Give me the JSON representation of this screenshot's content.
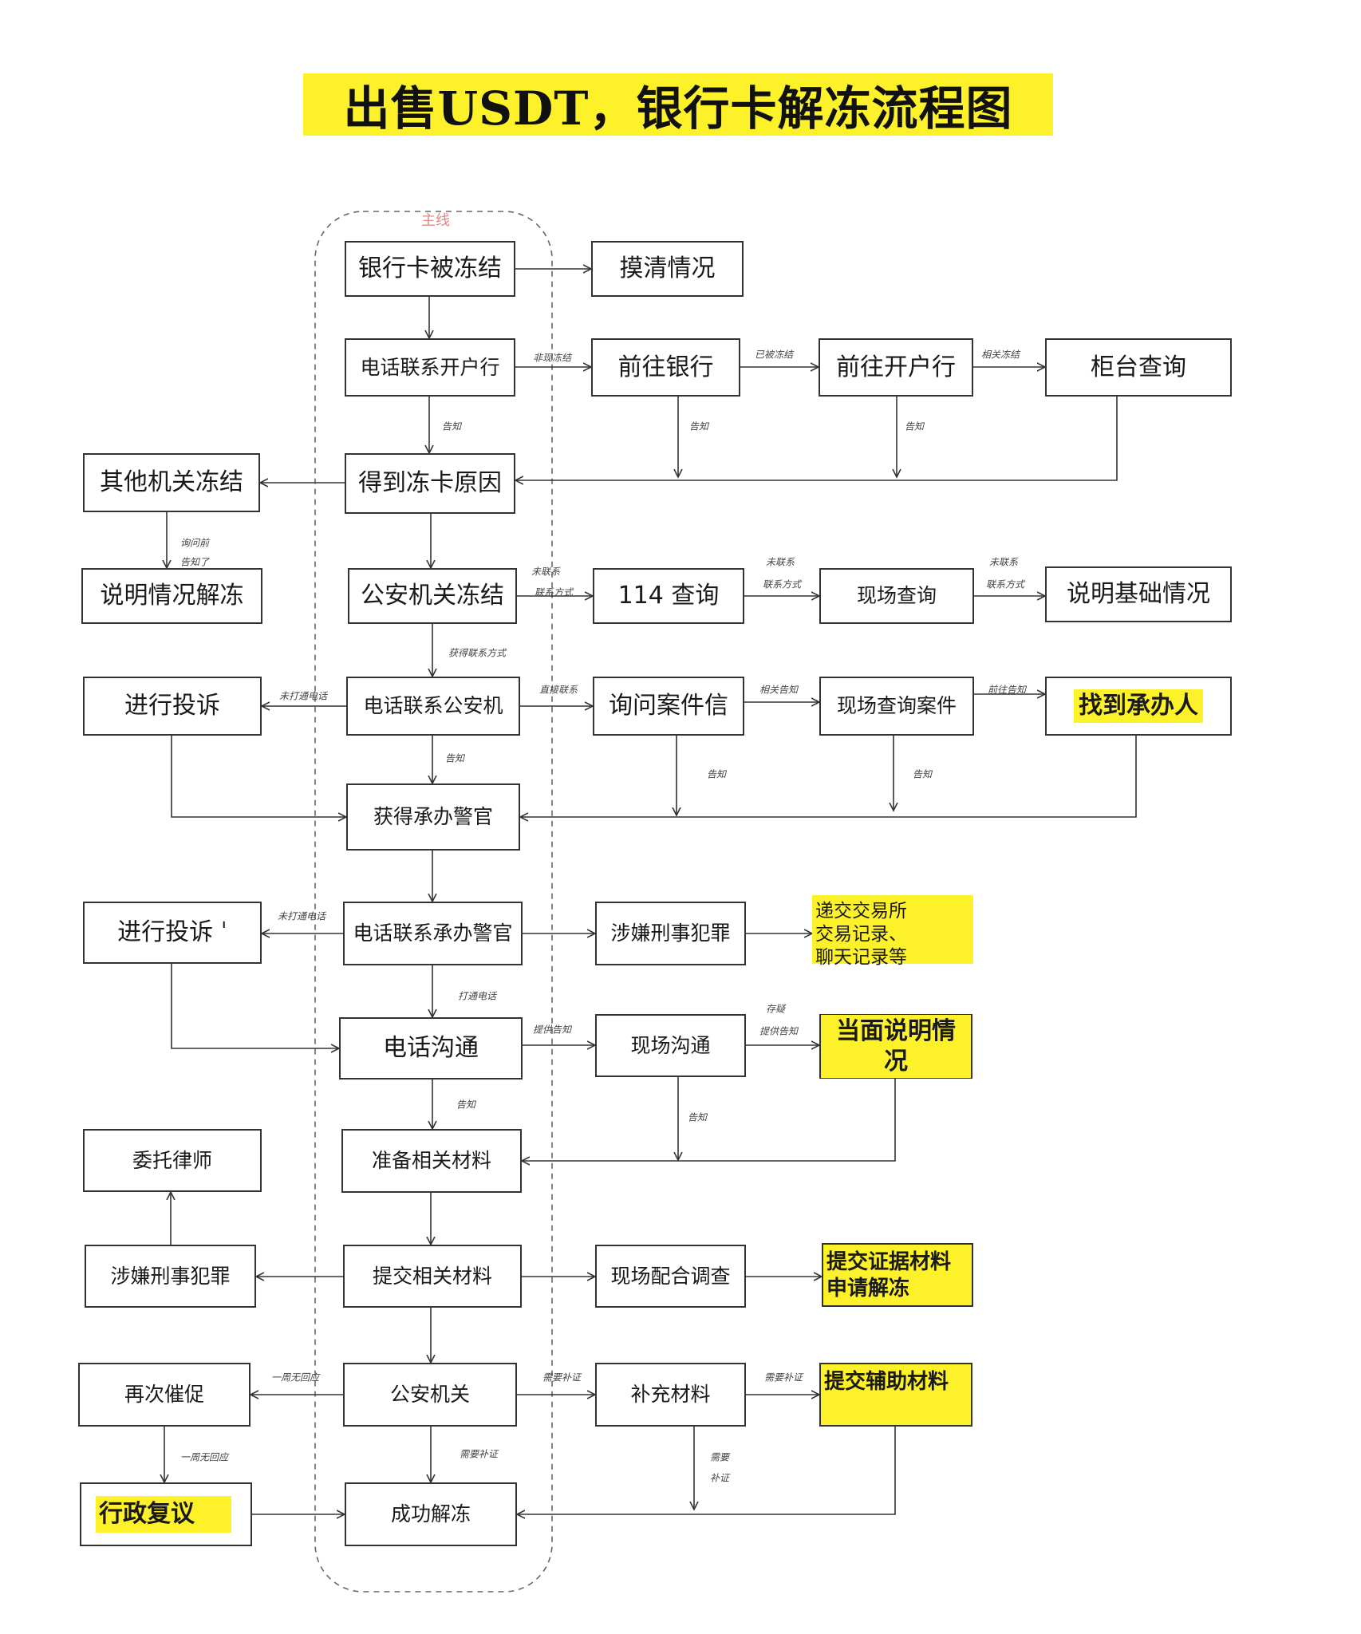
{
  "title": "出售USDT，银行卡解冻流程图",
  "main_line_label": "主线",
  "colors": {
    "highlight": "#fdf22a",
    "line": "#333333",
    "main_line_label": "#d98b8b"
  },
  "nodes": {
    "frozen": "银行卡被冻结",
    "clarify": "摸清情况",
    "call_bank": "电话联系开户行",
    "go_bank": "前往银行",
    "go_open_bank": "前往开户行",
    "counter_query": "柜台查询",
    "other_org": "其他机关冻结",
    "get_reason": "得到冻卡原因",
    "explain_unfreeze": "说明情况解冻",
    "police_freeze": "公安机关冻结",
    "query_114": "114 查询",
    "onsite_query": "现场查询",
    "explain_basic": "说明基础情况",
    "complain_1": "进行投诉",
    "call_police": "电话联系公安机",
    "ask_case": "询问案件信",
    "onsite_case": "现场查询案件",
    "find_handler": "找到承办人",
    "get_officer": "获得承办警官",
    "complain_2": "进行投诉 ˈ",
    "call_officer": "电话联系承办警官",
    "suspect_crime_1": "涉嫌刑事犯罪",
    "submit_records": "递交交易所\n交易记录、\n聊天记录等",
    "phone_talk": "电话沟通",
    "onsite_talk": "现场沟通",
    "explain_face": "当面说明情况",
    "hire_lawyer": "委托律师",
    "prepare_materials": "准备相关材料",
    "suspect_crime_2": "涉嫌刑事犯罪",
    "submit_materials": "提交相关材料",
    "onsite_cooperate": "现场配合调查",
    "submit_evidence": "提交证据材料\n申请解冻",
    "urge_again": "再次催促",
    "police_org": "公安机关",
    "supplement": "补充材料",
    "submit_aux": "提交辅助材料",
    "admin_review": "行政复议",
    "success": "成功解冻"
  },
  "edge_labels": {
    "e1": "非现冻结",
    "e2": "已被冻结",
    "e3": "相关冻结",
    "e4": "告知",
    "e5": "告知",
    "e6": "告知",
    "e7a": "询问前",
    "e7b": "告知了",
    "e8a": "未联系",
    "e8b": "联系方式",
    "e9a": "未联系",
    "e9b": "联系方式",
    "e10a": "未联系",
    "e10b": "联系方式",
    "e11": "获得联系方式",
    "e12": "未打通电话",
    "e13": "直接联系",
    "e14": "相关告知",
    "e15": "前往告知",
    "e16": "告知",
    "e17": "告知",
    "e18": "告知",
    "e19": "未打通电话",
    "e20": "打通电话",
    "e21": "提供告知",
    "e22a": "存疑",
    "e22b": "提供告知",
    "e23": "告知",
    "e24": "告知",
    "e25": "一周无回应",
    "e26": "需要补证",
    "e27": "需要补证",
    "e28": "一周无回应",
    "e29": "需要补证",
    "e30a": "需要",
    "e30b": "补证"
  }
}
